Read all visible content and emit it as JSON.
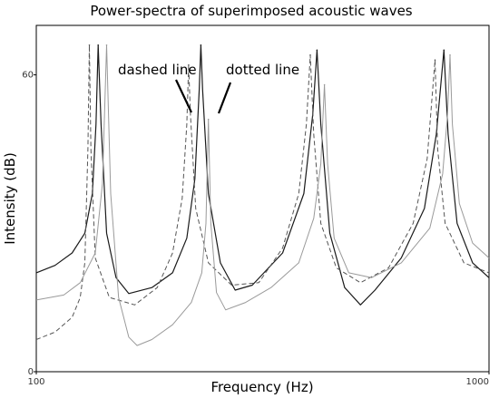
{
  "chart_data": {
    "type": "line",
    "title": "Power-spectra of superimposed acoustic waves",
    "xlabel": "Frequency (Hz)",
    "ylabel": "Intensity (dB)",
    "xscale": "log",
    "xlim": [
      100,
      1000
    ],
    "ylim": [
      0,
      70
    ],
    "x_ticks": [
      {
        "value": 100,
        "label": "100"
      },
      {
        "value": 1000,
        "label": "1000"
      }
    ],
    "y_ticks": [
      {
        "value": 0,
        "label": "0"
      },
      {
        "value": 60,
        "label": "60"
      }
    ],
    "grid": false,
    "legend": "none",
    "series": [
      {
        "style": "solid",
        "color": "#1a1a1a",
        "peaks": [
          {
            "x": 137,
            "y": 66
          },
          {
            "x": 231,
            "y": 66
          },
          {
            "x": 417,
            "y": 65
          },
          {
            "x": 795,
            "y": 65
          }
        ],
        "points": [
          [
            100,
            20
          ],
          [
            110,
            21.5
          ],
          [
            120,
            24
          ],
          [
            128,
            28
          ],
          [
            133,
            36
          ],
          [
            135.5,
            50
          ],
          [
            137,
            66
          ],
          [
            139,
            50
          ],
          [
            143,
            28
          ],
          [
            150,
            19
          ],
          [
            160,
            15.8
          ],
          [
            180,
            17
          ],
          [
            200,
            20
          ],
          [
            215,
            27
          ],
          [
            224,
            39
          ],
          [
            229,
            57
          ],
          [
            231,
            66
          ],
          [
            233,
            57
          ],
          [
            240,
            36
          ],
          [
            255,
            22
          ],
          [
            275,
            16.5
          ],
          [
            300,
            17.5
          ],
          [
            350,
            24
          ],
          [
            390,
            36
          ],
          [
            408,
            52
          ],
          [
            417,
            65
          ],
          [
            425,
            50
          ],
          [
            445,
            28
          ],
          [
            480,
            17
          ],
          [
            520,
            13.5
          ],
          [
            560,
            16.5
          ],
          [
            640,
            23
          ],
          [
            720,
            33
          ],
          [
            765,
            48
          ],
          [
            795,
            65
          ],
          [
            812,
            48
          ],
          [
            850,
            30
          ],
          [
            920,
            22
          ],
          [
            1000,
            19
          ]
        ]
      },
      {
        "style": "dashed",
        "color": "#555555",
        "peaks": [
          {
            "x": 131,
            "y": 66
          },
          {
            "x": 217,
            "y": 62
          },
          {
            "x": 403,
            "y": 64
          },
          {
            "x": 760,
            "y": 63
          }
        ],
        "points": [
          [
            100,
            6.5
          ],
          [
            110,
            8
          ],
          [
            120,
            11
          ],
          [
            125,
            15
          ],
          [
            128,
            22
          ],
          [
            130,
            45
          ],
          [
            131,
            66
          ],
          [
            132,
            45
          ],
          [
            135,
            23
          ],
          [
            145,
            15
          ],
          [
            165,
            13.5
          ],
          [
            185,
            17
          ],
          [
            200,
            24
          ],
          [
            210,
            35
          ],
          [
            215,
            50
          ],
          [
            217,
            62
          ],
          [
            219,
            52
          ],
          [
            225,
            33
          ],
          [
            240,
            22
          ],
          [
            270,
            17.5
          ],
          [
            310,
            18
          ],
          [
            350,
            25
          ],
          [
            380,
            36
          ],
          [
            395,
            50
          ],
          [
            403,
            64
          ],
          [
            410,
            48
          ],
          [
            425,
            30
          ],
          [
            460,
            21
          ],
          [
            520,
            18
          ],
          [
            600,
            21
          ],
          [
            680,
            30
          ],
          [
            730,
            43
          ],
          [
            760,
            63
          ],
          [
            770,
            45
          ],
          [
            800,
            30
          ],
          [
            880,
            22
          ],
          [
            1000,
            20
          ]
        ]
      },
      {
        "style": "solid",
        "color": "#9a9a9a",
        "peaks": [
          {
            "x": 143,
            "y": 66
          },
          {
            "x": 240,
            "y": 51
          },
          {
            "x": 433,
            "y": 58
          },
          {
            "x": 820,
            "y": 64
          }
        ],
        "points": [
          [
            100,
            14.5
          ],
          [
            115,
            15.5
          ],
          [
            125,
            18
          ],
          [
            135,
            24
          ],
          [
            140,
            38
          ],
          [
            143,
            66
          ],
          [
            146,
            36
          ],
          [
            152,
            15
          ],
          [
            160,
            7
          ],
          [
            167,
            5.3
          ],
          [
            180,
            6.5
          ],
          [
            200,
            9.5
          ],
          [
            220,
            14
          ],
          [
            232,
            20
          ],
          [
            237,
            30
          ],
          [
            240,
            51
          ],
          [
            243,
            30
          ],
          [
            250,
            16
          ],
          [
            262,
            12.5
          ],
          [
            290,
            14
          ],
          [
            330,
            17
          ],
          [
            380,
            22
          ],
          [
            410,
            31
          ],
          [
            425,
            42
          ],
          [
            433,
            58
          ],
          [
            440,
            42
          ],
          [
            455,
            27
          ],
          [
            490,
            20
          ],
          [
            550,
            19
          ],
          [
            640,
            22
          ],
          [
            740,
            29
          ],
          [
            790,
            40
          ],
          [
            810,
            52
          ],
          [
            820,
            64
          ],
          [
            830,
            50
          ],
          [
            860,
            34
          ],
          [
            920,
            26
          ],
          [
            1000,
            23
          ]
        ]
      }
    ],
    "annotations": [
      {
        "text": "dashed line"
      },
      {
        "text": "dotted line"
      }
    ]
  }
}
